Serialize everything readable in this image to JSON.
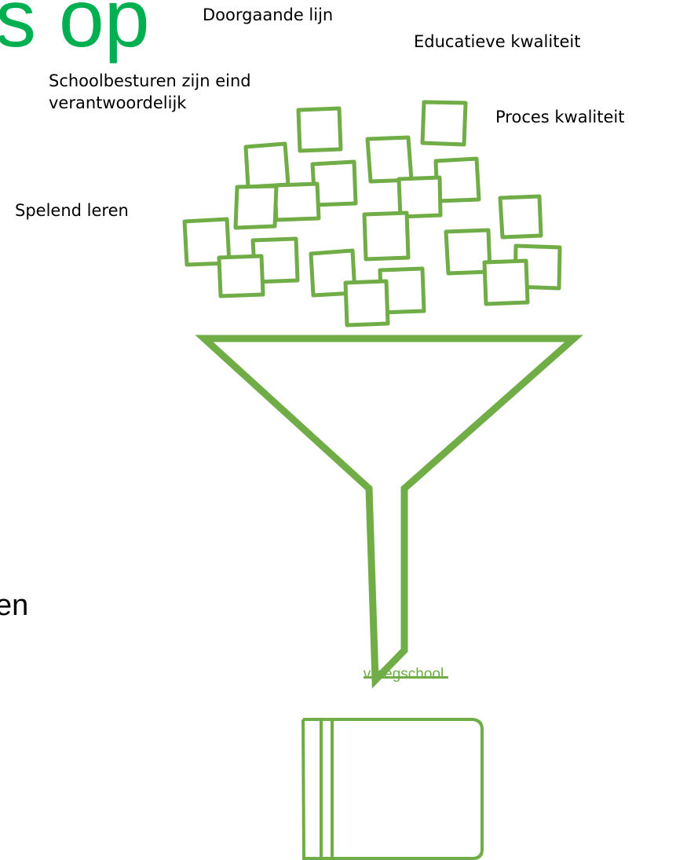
{
  "heading": {
    "visible_text": "s op"
  },
  "labels": {
    "doorgaande": "Doorgaande lijn",
    "educatieve": "Educatieve kwaliteit",
    "schoolbesturen_line1": "Schoolbesturen zijn eind",
    "schoolbesturen_line2": "verantwoordelijk",
    "proces": "Proces kwaliteit",
    "spelend": "Spelend leren"
  },
  "body_fragment": "en",
  "book": {
    "title": "vroegschool"
  },
  "colors": {
    "heading": "#00b050",
    "graphics": "#70ad47",
    "text": "#000000"
  },
  "icons": [
    "sticky-note-icon",
    "funnel-icon",
    "book-icon"
  ]
}
